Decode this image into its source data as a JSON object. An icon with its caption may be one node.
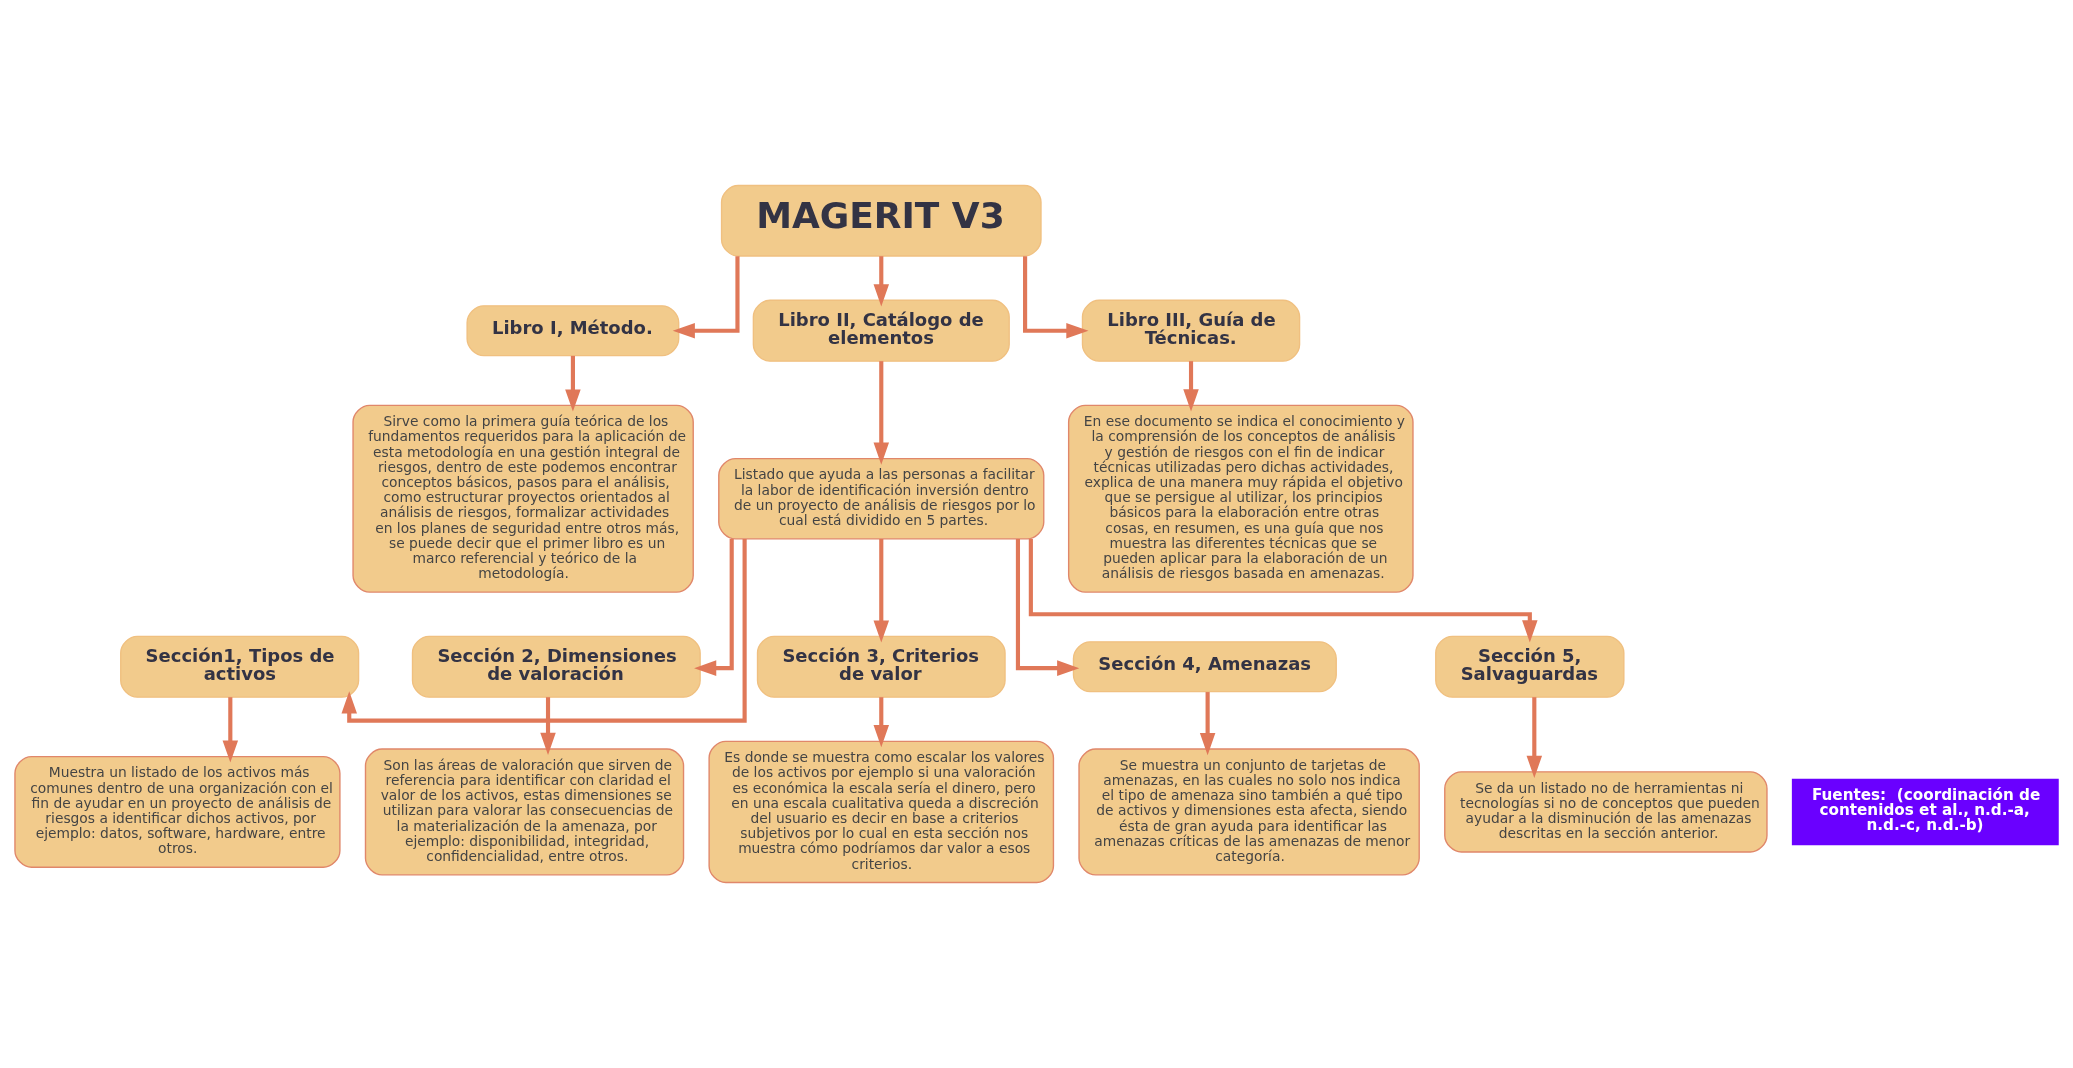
{
  "diagram": {
    "nodes": [
      {
        "text": [
          "MAGERIT V3"
        ]
      },
      {
        "text": [
          "Libro I, Método."
        ]
      },
      {
        "text": [
          "Libro II, Catálogo de elementos"
        ]
      },
      {
        "text": [
          "Libro III, Guía de Técnicas."
        ]
      },
      {
        "text": [
          "Sirve como la primera guía teórica de los fundamentos requeridos para la aplicación de esta metodología en una gestión integral de riesgos, dentro de este podemos encontrar conceptos básicos, pasos para el análisis, como estructurar proyectos orientados al análisis de riesgos, formalizar actividades en los planes de seguridad entre otros más, se puede decir que el primer libro es un marco referencial y teórico de la metodología."
        ]
      },
      {
        "text": [
          "Listado que ayuda a las personas a facilitar la labor de identificación inversión dentro de un proyecto de análisis de riesgos por lo cual está dividido en 5 partes."
        ]
      },
      {
        "text": [
          "En ese documento se indica el conocimiento y la comprensión de los conceptos de análisis y gestión de riesgos con el fin de indicar técnicas utilizadas pero dichas actividades, explica de una manera muy rápida el objetivo que se persigue al utilizar, los principios básicos para la elaboración entre otras cosas, en resumen, es una guía que nos muestra las diferentes técnicas que se pueden aplicar para la elaboración de un análisis de riesgos basada en amenazas."
        ]
      },
      {
        "text": [
          "Sección1, Tipos de activos"
        ]
      },
      {
        "text": [
          "Sección 2, Dimensiones de valoración"
        ]
      },
      {
        "text": [
          "Sección 3, Criterios de valor"
        ]
      },
      {
        "text": [
          "Sección 4, Amenazas"
        ]
      },
      {
        "text": [
          "Sección 5, Salvaguardas"
        ]
      },
      {
        "text": [
          "Muestra un listado de los activos más comunes dentro de una organización con el fin de ayudar en un proyecto de análisis de riesgos a identificar dichos activos, por ejemplo: datos, software, hardware, entre otros."
        ]
      },
      {
        "text": [
          "Son las áreas de valoración que sirven de referencia para identificar con claridad el valor de los activos, estas dimensiones se utilizan para valorar las consecuencias de la materialización de la amenaza, por ejemplo: disponibilidad, integridad, confidencialidad, entre otros."
        ]
      },
      {
        "text": [
          "Es donde se muestra como escalar los valores de los activos por ejemplo si una valoración es económica la escala sería el dinero, pero en una escala cualitativa queda a discreción del usuario es decir en base a criterios subjetivos por lo cual en esta sección nos muestra cómo podríamos dar valor a esos criterios."
        ]
      },
      {
        "text": [
          "Se muestra un conjunto de tarjetas de amenazas, en las cuales no solo nos indica el tipo de amenaza sino también a qué tipo de activos y dimensiones esta afecta, siendo ésta de gran ayuda para identificar las amenazas críticas de las amenazas de menor categoría."
        ]
      },
      {
        "text": [
          "Se da un listado no de herramientas ni tecnologías si no de conceptos que pueden ayudar a la disminución de las amenazas descritas en la sección anterior."
        ]
      },
      {
        "text": [
          "Fuentes:  (coordinación de contenidos et al., n.d.-a, n.d.-c, n.d.-b)"
        ]
      }
    ],
    "edges": [
      {
        "from": 0,
        "to": 1,
        "arrow": "to"
      },
      {
        "from": 0,
        "to": 2,
        "arrow": "to"
      },
      {
        "from": 0,
        "to": 3,
        "arrow": "to"
      },
      {
        "from": 1,
        "to": 4,
        "arrow": "to"
      },
      {
        "from": 2,
        "to": 5,
        "arrow": "to"
      },
      {
        "from": 3,
        "to": 6,
        "arrow": "to"
      },
      {
        "from": 5,
        "to": 7,
        "arrow": "to"
      },
      {
        "from": 5,
        "to": 8,
        "arrow": "to"
      },
      {
        "from": 5,
        "to": 9,
        "arrow": "to"
      },
      {
        "from": 5,
        "to": 10,
        "arrow": "to"
      },
      {
        "from": 5,
        "to": 11,
        "arrow": "to"
      },
      {
        "from": 7,
        "to": 12,
        "arrow": "to"
      },
      {
        "from": 8,
        "to": 13,
        "arrow": "to"
      },
      {
        "from": 9,
        "to": 14,
        "arrow": "to"
      },
      {
        "from": 10,
        "to": 15,
        "arrow": "to"
      },
      {
        "from": 11,
        "to": 16,
        "arrow": "to"
      }
    ]
  }
}
